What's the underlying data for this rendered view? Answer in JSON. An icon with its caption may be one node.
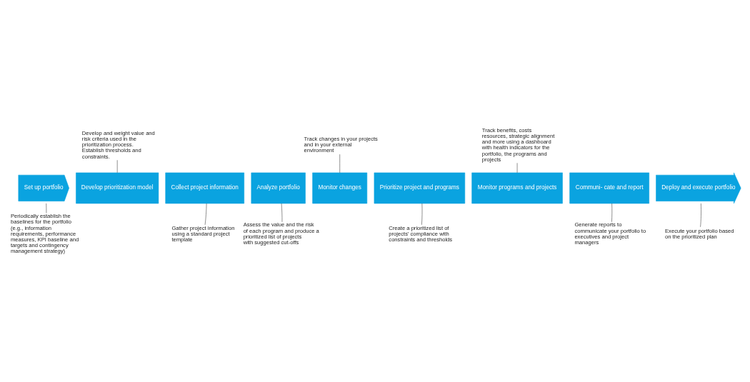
{
  "diagram": {
    "nodes": [
      {
        "text": [
          "Set up portfolio"
        ]
      },
      {
        "text": [
          "Develop prioritization model"
        ]
      },
      {
        "text": [
          "Collect project information"
        ]
      },
      {
        "text": [
          "Monitor changes"
        ]
      },
      {
        "text": [
          "Monitor programs and projects"
        ]
      },
      {
        "text": [
          "Deploy and execute portfolio"
        ]
      },
      {
        "text": [
          "Communi- cate and report"
        ]
      },
      {
        "text": [
          "Prioritize project and programs"
        ]
      },
      {
        "text": [
          "Analyze portfolio"
        ]
      },
      {
        "text": [
          "Periodically establish the baselines for the portfolio (e.g., information requirements, performance measures, KPI baseline and targets and contingency management strategy)"
        ]
      },
      {
        "text": [
          "Develop and weight value and risk criteria used in the prioritization process. Establish thresholds and constraints."
        ]
      },
      {
        "text": [
          "Gather project information using a standard project template"
        ]
      },
      {
        "text": [
          "Track changes in your projects and in your external environment"
        ]
      },
      {
        "text": [
          "Track benefits, costs resources, strategic alignment and more using a dashboard with health indicators for the portfolio, the programs and projects"
        ]
      },
      {
        "text": [
          "Execute your portfolio based on the prioritized plan"
        ]
      },
      {
        "text": [
          "Generate reports to communicate your portfolio to executives and project managers"
        ]
      },
      {
        "text": [
          "Create a prioritized list of projects' compliance with constraints and thresholds"
        ]
      },
      {
        "text": [
          "Assess the value and the risk of each program and produce a prioritized list of projects with suggested cut-offs"
        ]
      }
    ],
    "edges": [
      {
        "from": 9,
        "to": 0,
        "arrow": "none"
      },
      {
        "from": 10,
        "to": 1,
        "arrow": "none"
      },
      {
        "from": 11,
        "to": 2,
        "arrow": "none"
      },
      {
        "from": 12,
        "to": 3,
        "arrow": "none"
      },
      {
        "from": 13,
        "to": 4,
        "arrow": "none"
      },
      {
        "from": 14,
        "to": 5,
        "arrow": "none"
      },
      {
        "from": 15,
        "to": 6,
        "arrow": "none"
      },
      {
        "from": 16,
        "to": 7,
        "arrow": "none"
      },
      {
        "from": 17,
        "to": 8,
        "arrow": "none"
      }
    ]
  }
}
